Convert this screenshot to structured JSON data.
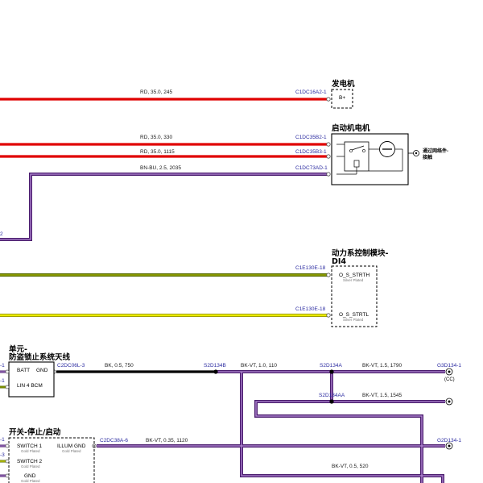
{
  "colors": {
    "red": "#e00000",
    "purple_outer": "#4b1d6e",
    "purple_inner": "#b58bd6",
    "olive_outer": "#556b00",
    "olive_inner": "#9aa800",
    "yellow_outer": "#9e9e00",
    "yellow_inner": "#f5f500",
    "black": "#000000",
    "connector_text": "#2a2aa0"
  },
  "components": {
    "alternator": {
      "title": "发电机",
      "pin": "B+"
    },
    "starter": {
      "title": "启动机电机",
      "side_label_1": "通过网络件-",
      "side_label_2": "接触"
    },
    "pcm": {
      "title_1": "动力系控制模块-",
      "title_2": "DI4",
      "pin1": "O_S_STRTH",
      "pin1_sub": "Silver Plated",
      "pin2": "O_S_STRTL",
      "pin2_sub": "Silver Plated"
    },
    "immobilizer": {
      "title_1": "单元-",
      "title_2": "防盗锁止系统天线",
      "pin_batt": "BATT",
      "pin_gnd": "GND",
      "pin_lin": "LIN 4 BCM"
    },
    "switch": {
      "title": "开关-停止/启动",
      "pin_s1": "SWITCH 1",
      "pin_s1_sub": "Gold Plated",
      "pin_s2": "SWITCH 2",
      "pin_s2_sub": "Gold Plated",
      "pin_gnd": "GND",
      "pin_gnd_sub": "Gold Plated",
      "pin_illum": "ILLUM GND",
      "pin_illum_sub": "Gold Plated"
    }
  },
  "wires": {
    "w1": "RD, 35.0, 245",
    "w2": "RD, 35.0, 330",
    "w3": "RD, 35.0, 1115",
    "w4": "BN-BU, 2.5, 2035",
    "w5": "BK, 0.5, 750",
    "w6": "BK-VT, 1.0, 110",
    "w7": "BK-VT, 1.5, 1790",
    "w8": "BK-VT, 1.5, 1545",
    "w9": "BK-VT, 0.35, 1120",
    "w10": "BK-VT, 0.5, 520"
  },
  "connectors": {
    "c1": "C1DC16A2-1",
    "c2": "C1DC35B2-1",
    "c3": "C1DC35B3-1",
    "c4": "C1DC73AD-1",
    "c5": "C1E130E-18",
    "c6": "C1E130E-18",
    "c7": "C2DC06L-3",
    "c8": "S2D134B",
    "c9": "S2D134A",
    "c10": "G3D134-1",
    "c11": "S2D134AA",
    "c12": "C2DC38A-6",
    "c13": "G2D134-1",
    "cc": "(CC)",
    "left_stub": "2",
    "left_1": "-1",
    "left_3": "-3"
  }
}
